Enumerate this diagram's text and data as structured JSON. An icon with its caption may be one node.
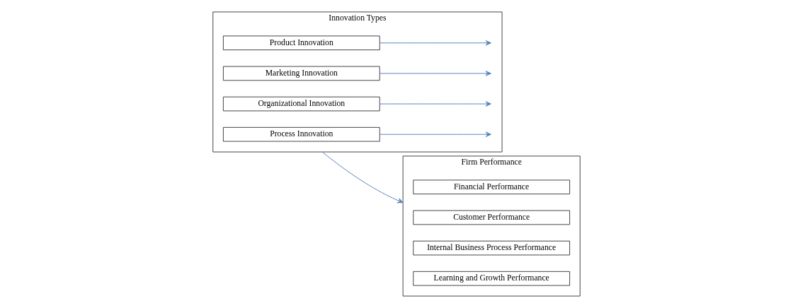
{
  "diagram": {
    "nodes": [
      {
        "text": [
          "Innovation Types"
        ]
      },
      {
        "text": [
          "Product Innovation"
        ],
        "in": 0
      },
      {
        "text": [
          "Process Innovation"
        ],
        "in": 0
      },
      {
        "text": [
          "Marketing Innovation"
        ],
        "in": 0
      },
      {
        "text": [
          "Organizational Innovation"
        ],
        "in": 0
      },
      {
        "text": [
          "Firm Performance"
        ]
      },
      {
        "text": [
          "Financial Performance"
        ],
        "in": 5
      },
      {
        "text": [
          "Customer Performance"
        ],
        "in": 5
      },
      {
        "text": [
          "Internal Business Process Performance"
        ],
        "in": 5
      },
      {
        "text": [
          "Learning and Growth Performance"
        ],
        "in": 5
      }
    ],
    "edges": [
      {
        "from": 1,
        "to": null,
        "arrow": "to"
      },
      {
        "from": 2,
        "to": null,
        "arrow": "to"
      },
      {
        "from": 3,
        "to": null,
        "arrow": "to"
      },
      {
        "from": 4,
        "to": null,
        "arrow": "to"
      },
      {
        "from": 0,
        "to": 5,
        "arrow": "to"
      }
    ]
  }
}
